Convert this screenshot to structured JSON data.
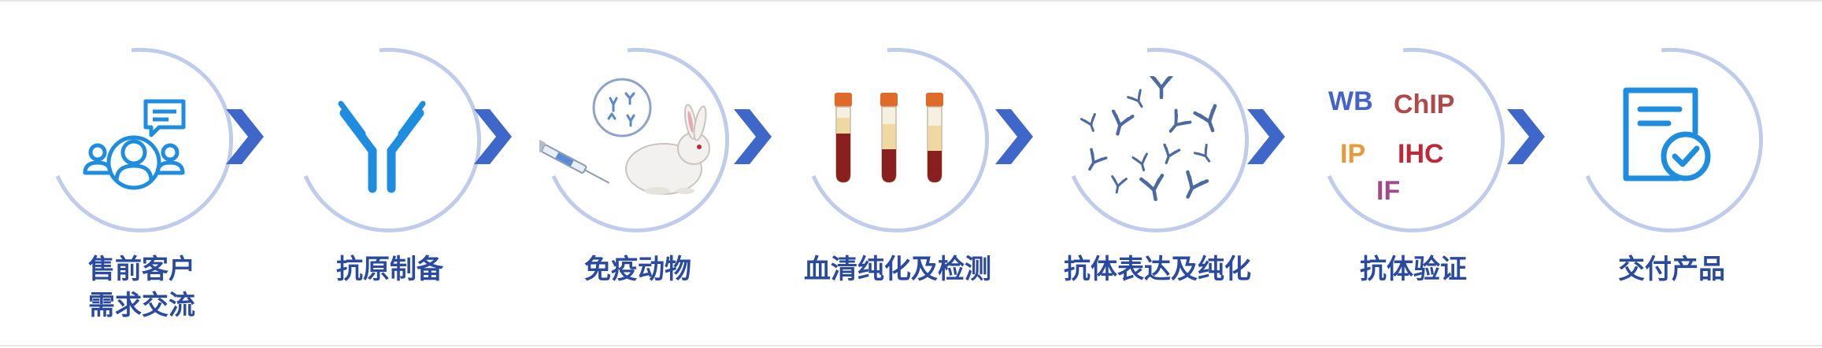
{
  "steps": [
    {
      "label_lines": [
        "售前客户",
        "需求交流"
      ],
      "icon": "consultation-icon"
    },
    {
      "label_lines": [
        "抗原制备"
      ],
      "icon": "antibody-icon"
    },
    {
      "label_lines": [
        "免疫动物"
      ],
      "icon": "rabbit-immunization-icon"
    },
    {
      "label_lines": [
        "血清纯化及检测"
      ],
      "icon": "blood-tubes-icon"
    },
    {
      "label_lines": [
        "抗体表达及纯化"
      ],
      "icon": "antibody-molecules-icon"
    },
    {
      "label_lines": [
        "抗体验证"
      ],
      "icon": "validation-methods-icon"
    },
    {
      "label_lines": [
        "交付产品"
      ],
      "icon": "delivery-document-icon"
    }
  ],
  "validation_methods": {
    "wb": "WB",
    "chip": "ChIP",
    "ip": "IP",
    "ihc": "IHC",
    "if": "IF"
  },
  "colors": {
    "label": "#2a4aa0",
    "arrow": "#3f66c9",
    "ring": "#c0cdea",
    "icon_blue": "#1e8de0",
    "blood": "#8a1f1f",
    "tube_cap": "#e06a2a",
    "wb": "#4564c8",
    "chip": "#b04a4a",
    "ip": "#e69a3a",
    "ihc": "#c0283a",
    "if": "#a04a8a"
  }
}
